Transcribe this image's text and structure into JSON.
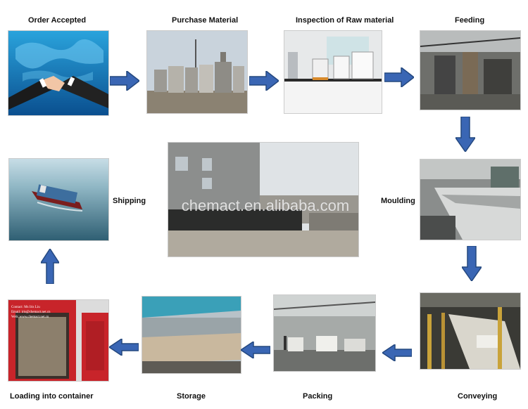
{
  "steps": {
    "order_accepted": "Order Accepted",
    "purchase_material": "Purchase Material",
    "inspection": "Inspection of Raw material",
    "feeding": "Feeding",
    "moulding": "Moulding",
    "conveying": "Conveying",
    "packing": "Packing",
    "storage": "Storage",
    "loading": "Loading into container",
    "shipping": "Shipping"
  },
  "watermark": "chemact.en.alibaba.com",
  "container_note": {
    "line1": "Contact: Ms Iris Liu",
    "line2": "Email: iris@chemact.net.cn",
    "line3": "Web: www.chemact.net.cn"
  },
  "colors": {
    "arrow": "#3a66b4",
    "arrow_stroke": "#24487f",
    "container": "#c8242a"
  }
}
